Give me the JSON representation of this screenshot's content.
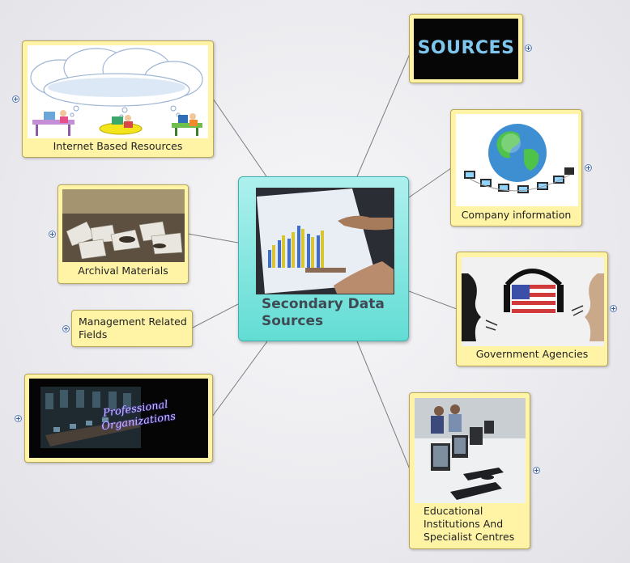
{
  "central": {
    "title_line1": "Secondary Data",
    "title_line2": "Sources"
  },
  "nodes": {
    "internet": {
      "label": "Internet Based Resources"
    },
    "sources": {
      "banner_text": "SOURCES"
    },
    "company": {
      "label": "Company information"
    },
    "archival": {
      "label": "Archival Materials"
    },
    "management": {
      "label_line1": "Management Related",
      "label_line2": "Fields"
    },
    "government": {
      "label": "Government Agencies"
    },
    "professional": {
      "caption_line1": "Professional",
      "caption_line2": "Organizations"
    },
    "educational": {
      "label_line1": "Educational",
      "label_line2": "Institutions And",
      "label_line3": "Specialist Centres"
    }
  },
  "colors": {
    "topic_fill": "#fff3a6",
    "central_fill": "#62ddd4",
    "link_line": "#7a7a7a"
  }
}
